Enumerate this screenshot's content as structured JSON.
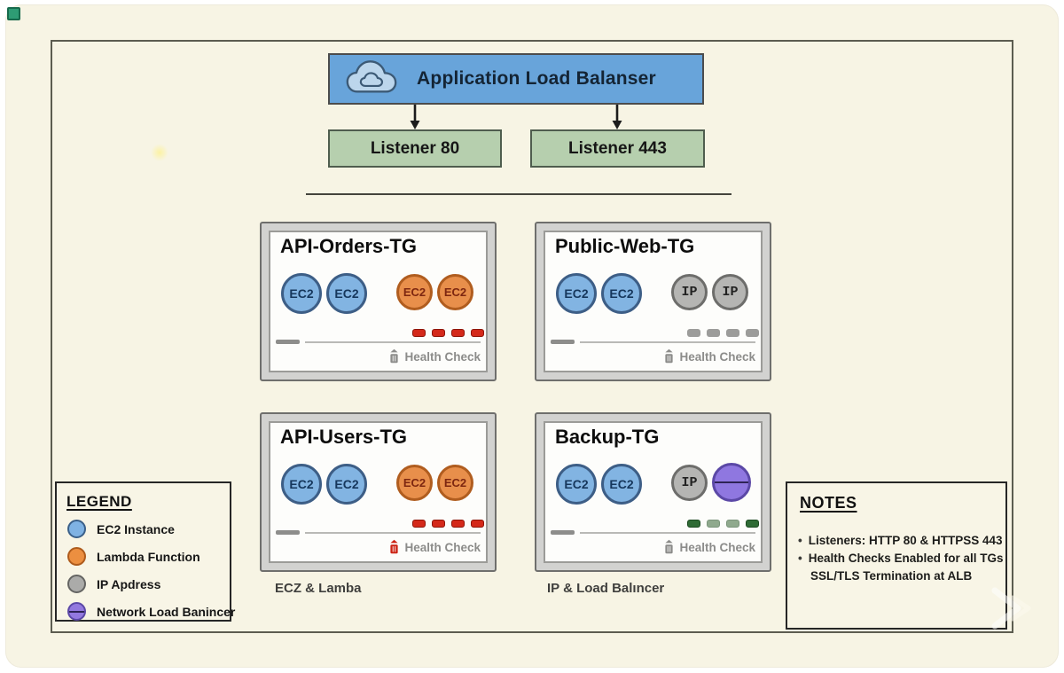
{
  "diagram": {
    "alb": {
      "label": "Application Load Balanser"
    },
    "listeners": [
      {
        "label": "Listener 80"
      },
      {
        "label": "Listener 443"
      }
    ],
    "target_groups": [
      {
        "title": "API-Orders-TG",
        "instances": [
          {
            "type": "ec2",
            "label": "EC2"
          },
          {
            "type": "ec2",
            "label": "EC2"
          },
          {
            "type": "lambda",
            "label": "EC2"
          },
          {
            "type": "lambda",
            "label": "EC2"
          }
        ],
        "status_dashes": "red",
        "health_check_label": "Health Check",
        "health_icon_color": "gray"
      },
      {
        "title": "Public-Web-TG",
        "instances": [
          {
            "type": "ec2",
            "label": "EC2"
          },
          {
            "type": "ec2",
            "label": "EC2"
          },
          {
            "type": "ip",
            "label": "IP"
          },
          {
            "type": "ip",
            "label": "IP"
          }
        ],
        "status_dashes": "gray",
        "health_check_label": "Health Check",
        "health_icon_color": "gray"
      },
      {
        "title": "API-Users-TG",
        "instances": [
          {
            "type": "ec2",
            "label": "EC2"
          },
          {
            "type": "ec2",
            "label": "EC2"
          },
          {
            "type": "lambda",
            "label": "EC2"
          },
          {
            "type": "lambda",
            "label": "EC2"
          }
        ],
        "status_dashes": "red",
        "health_check_label": "Health Check",
        "health_icon_color": "red"
      },
      {
        "title": "Backup-TG",
        "instances": [
          {
            "type": "ec2",
            "label": "EC2"
          },
          {
            "type": "ec2",
            "label": "EC2"
          },
          {
            "type": "ip",
            "label": "IP"
          },
          {
            "type": "nlb",
            "label": ""
          }
        ],
        "status_dashes": "green",
        "health_check_label": "Health Check",
        "health_icon_color": "gray"
      }
    ],
    "group_sublabels": {
      "left": "ECZ & Lamba",
      "right": "IP & Load Balıncer"
    }
  },
  "legend": {
    "title": "LEGEND",
    "items": [
      {
        "swatch": "ec2-instance",
        "label": "EC2 Instance"
      },
      {
        "swatch": "lambda-function",
        "label": "Lambda Function"
      },
      {
        "swatch": "ip-address",
        "label": "IP Apdress"
      },
      {
        "swatch": "network-load-balancer",
        "label": "Network Load Banincer"
      }
    ]
  },
  "notes": {
    "title": "NOTES",
    "bullet": "•",
    "lines": [
      {
        "text": "Listeners: HTTP 80 & HTTPSS 443",
        "bulleted": true
      },
      {
        "text": "Health Checks Enabled for all TGs",
        "bulleted": true
      },
      {
        "text": "SSL/TLS Termination at ALB",
        "bulleted": false
      }
    ]
  },
  "colors": {
    "background": "#f7f4e4",
    "alb_blue": "#68a4da",
    "listener_green": "#b6cfae",
    "ec2_blue": "#82b4e2",
    "lambda_orange": "#e88f4b",
    "ip_gray": "#b5b5b3",
    "nlb_purple": "#8f77e0",
    "status_red": "#d4291a",
    "status_gray": "#9c9c9a",
    "status_green": "#2f6b35",
    "frame_gray": "#d2d2d0"
  }
}
